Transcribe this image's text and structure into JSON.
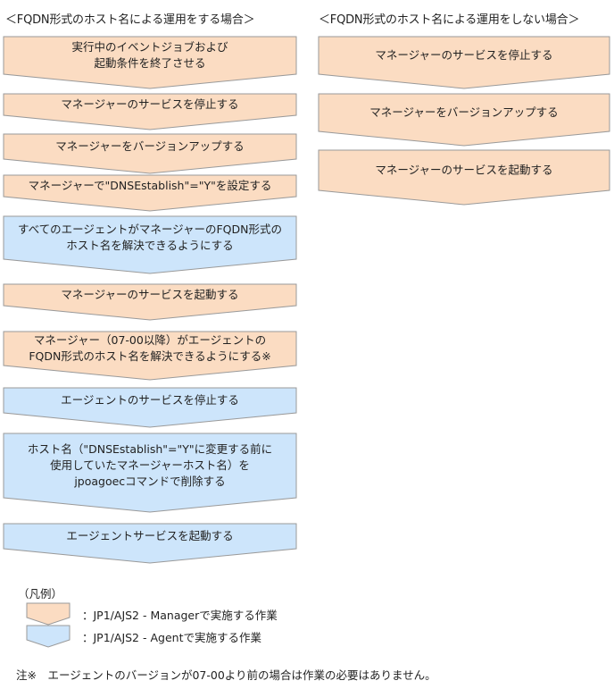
{
  "left_heading": "＜FQDN形式のホスト名による運用をする場合＞",
  "right_heading": "＜FQDN形式のホスト名による運用をしない場合＞",
  "colors": {
    "manager": "#fbdcc2",
    "agent": "#cde5fb",
    "stroke": "#9a9a9a"
  },
  "left_steps": [
    {
      "kind": "manager",
      "lines": [
        "実行中のイベントジョブおよび",
        "起動条件を終了させる"
      ]
    },
    {
      "kind": "manager",
      "lines": [
        "マネージャーのサービスを停止する"
      ]
    },
    {
      "kind": "manager",
      "lines": [
        "マネージャーをバージョンアップする"
      ]
    },
    {
      "kind": "manager",
      "lines": [
        "マネージャーで\"DNSEstablish\"=\"Y\"を設定する"
      ]
    },
    {
      "kind": "agent",
      "lines": [
        "すべてのエージェントがマネージャーのFQDN形式の",
        "ホスト名を解決できるようにする"
      ]
    },
    {
      "kind": "manager",
      "lines": [
        "マネージャーのサービスを起動する"
      ]
    },
    {
      "kind": "manager",
      "lines": [
        "マネージャー（07-00以降）がエージェントの",
        "FQDN形式のホスト名を解決できるようにする※"
      ]
    },
    {
      "kind": "agent",
      "lines": [
        "エージェントのサービスを停止する"
      ]
    },
    {
      "kind": "agent",
      "lines": [
        "ホスト名（\"DNSEstablish\"=\"Y\"に変更する前に",
        "使用していたマネージャーホスト名）を",
        "jpoagoecコマンドで削除する"
      ]
    },
    {
      "kind": "agent",
      "lines": [
        "エージェントサービスを起動する"
      ]
    }
  ],
  "right_steps": [
    {
      "kind": "manager",
      "lines": [
        "マネージャーのサービスを停止する"
      ]
    },
    {
      "kind": "manager",
      "lines": [
        "マネージャーをバージョンアップする"
      ]
    },
    {
      "kind": "manager",
      "lines": [
        "マネージャーのサービスを起動する"
      ]
    }
  ],
  "legend": {
    "title": "（凡例）",
    "manager_label": "：JP1/AJS2 - Managerで実施する作業",
    "agent_label": "：JP1/AJS2 - Agentで実施する作業"
  },
  "note": "注※　エージェントのバージョンが07-00より前の場合は作業の必要はありません。"
}
